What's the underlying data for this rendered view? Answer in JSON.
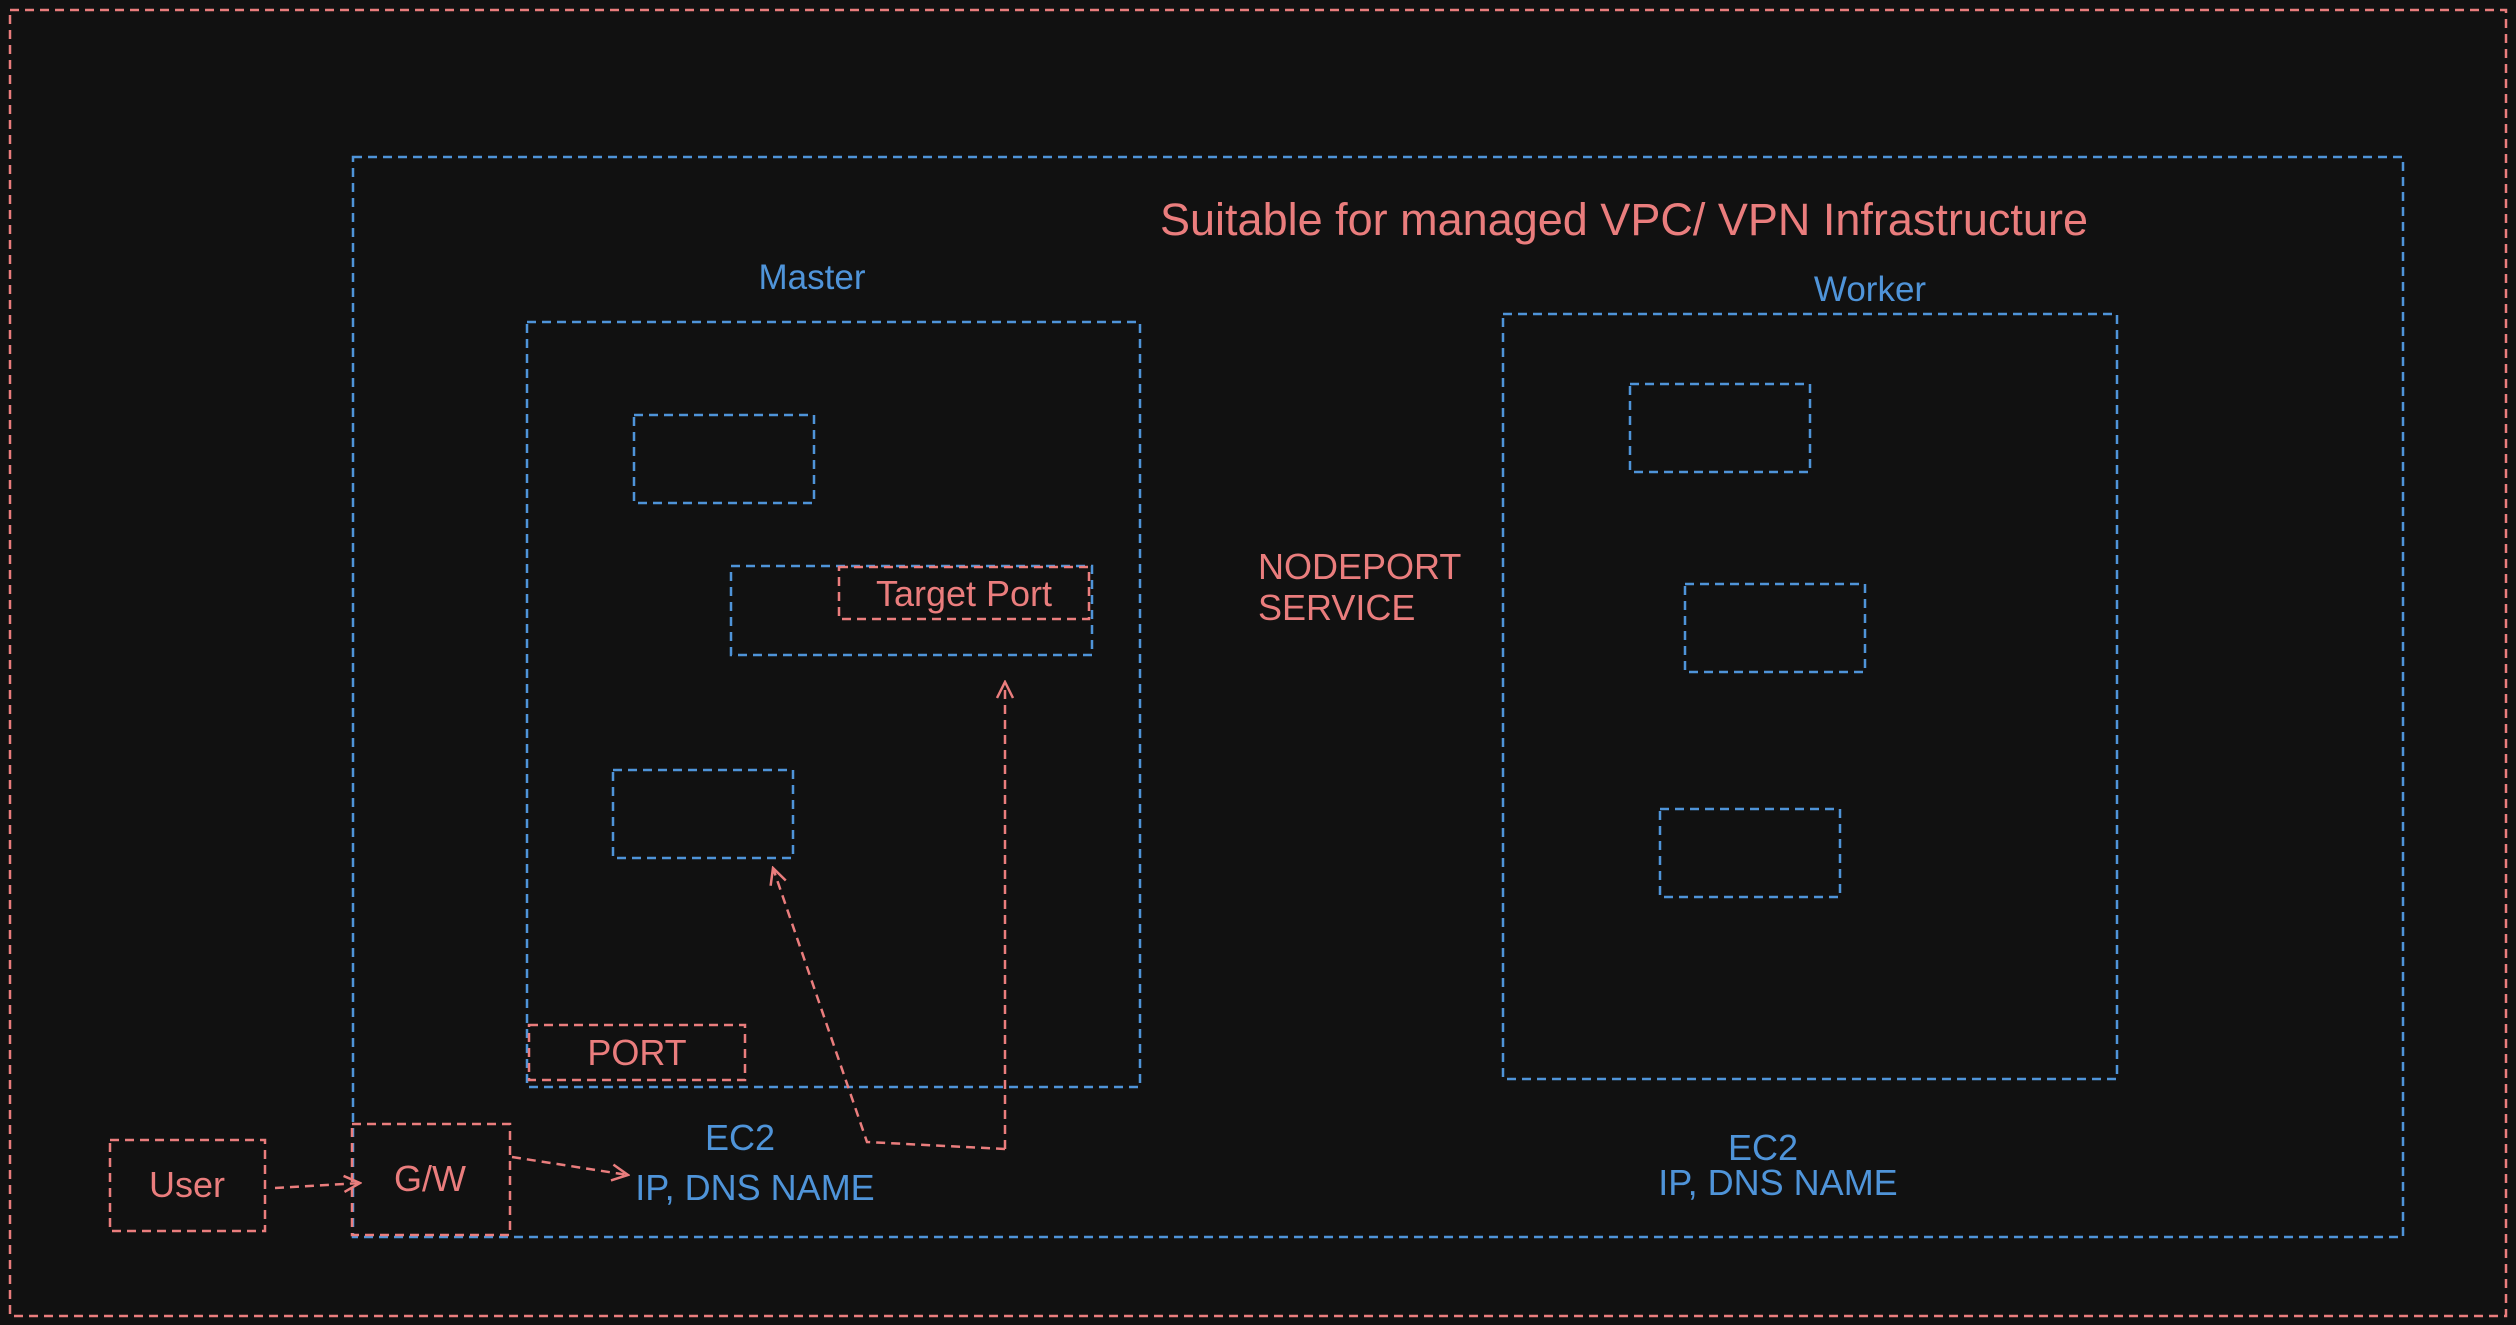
{
  "title": "Suitable for managed VPC/ VPN Infrastructure",
  "colors": {
    "background": "#111111",
    "red": "#ea7d7d",
    "blue": "#4f94d9"
  },
  "master": {
    "label": "Master",
    "target_port": "Target Port",
    "port": "PORT",
    "ec2": "EC2",
    "ip_dns": "IP, DNS NAME"
  },
  "worker": {
    "label": "Worker",
    "ec2": "EC2",
    "ip_dns": "IP, DNS NAME"
  },
  "service": {
    "line1": "NODEPORT",
    "line2": "SERVICE"
  },
  "user": "User",
  "gateway": "G/W"
}
